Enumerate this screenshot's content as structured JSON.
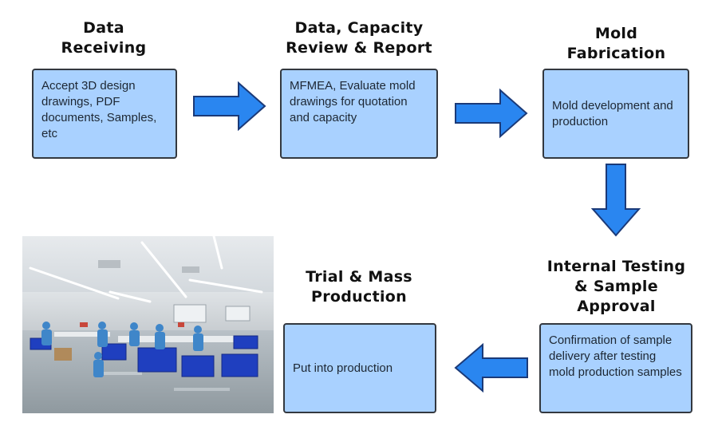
{
  "colors": {
    "box_fill": "#a9d1ff",
    "box_border": "#33383f",
    "arrow_fill": "#2a86f0",
    "arrow_stroke": "#1b3a78"
  },
  "steps": [
    {
      "title": "Data\nReceiving",
      "text": "Accept 3D design drawings, PDF documents, Samples, etc"
    },
    {
      "title": "Data, Capacity\nReview & Report",
      "text": "MFMEA, Evaluate mold drawings for quotation and capacity"
    },
    {
      "title": "Mold\nFabrication",
      "text": "Mold development and production"
    },
    {
      "title": "Internal Testing\n& Sample\nApproval",
      "text": "Confirmation of sample delivery after testing mold production samples"
    },
    {
      "title": "Trial & Mass\nProduction",
      "text": "Put into production"
    }
  ]
}
